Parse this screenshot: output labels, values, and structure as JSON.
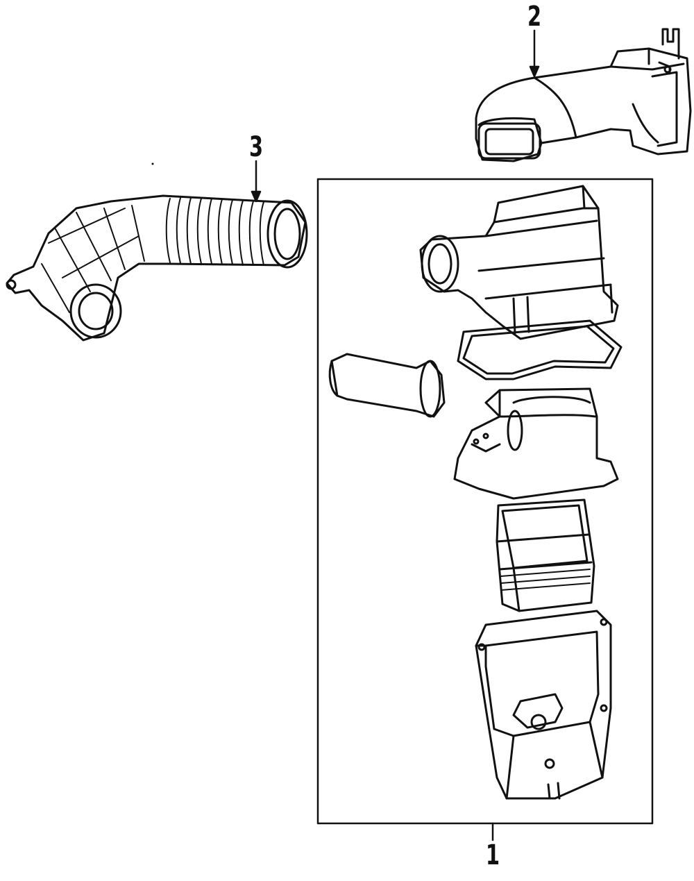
{
  "diagram": {
    "callouts": [
      {
        "id": "1",
        "label": "1"
      },
      {
        "id": "2",
        "label": "2"
      },
      {
        "id": "3",
        "label": "3"
      }
    ],
    "colors": {
      "stroke": "#111111",
      "background": "#ffffff"
    }
  }
}
